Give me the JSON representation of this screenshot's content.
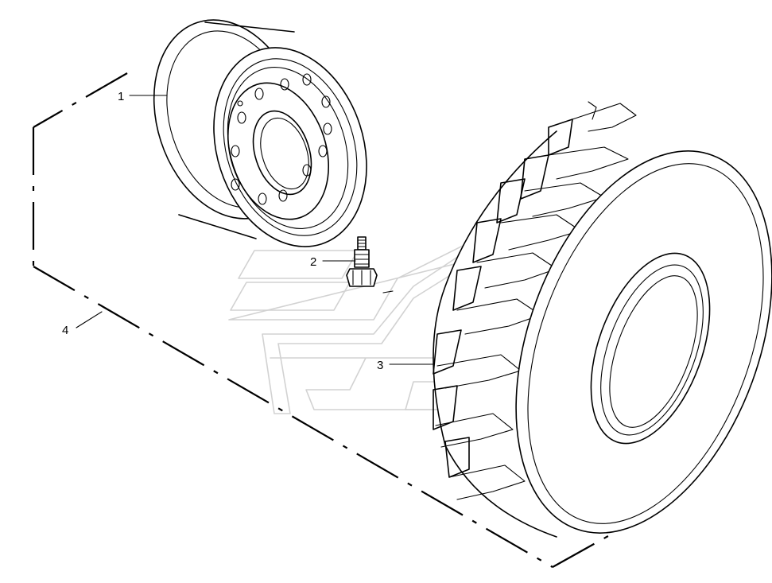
{
  "callouts": [
    {
      "id": "1",
      "label": "1",
      "part": "wheel-rim"
    },
    {
      "id": "2",
      "label": "2",
      "part": "valve"
    },
    {
      "id": "3",
      "label": "3",
      "part": "tyre"
    },
    {
      "id": "4",
      "label": "4",
      "part": "wheel-assembly"
    }
  ],
  "colors": {
    "line": "#000000",
    "watermark": "#d2d2d2",
    "background": "#ffffff"
  }
}
